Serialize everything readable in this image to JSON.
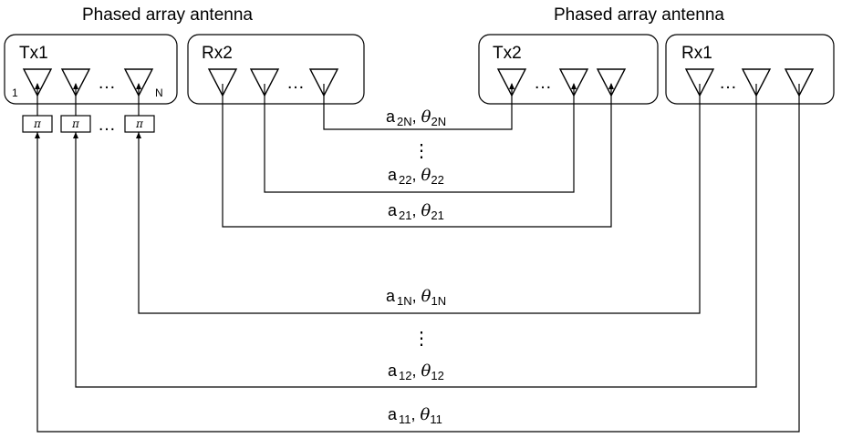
{
  "titles": {
    "left": "Phased array antenna",
    "right": "Phased array antenna"
  },
  "boxes": {
    "tx1": "Tx1",
    "rx2": "Rx2",
    "tx2": "Tx2",
    "rx1": "Rx1"
  },
  "tx1_index": {
    "first": "1",
    "last": "N"
  },
  "ellipsis": "…",
  "vertical_ellipsis": "⋮",
  "shifter_symbol": "π",
  "theta_symbol": "θ",
  "paths": {
    "p2N": {
      "a": "a",
      "sub": "2N",
      "theta_sub": "2N"
    },
    "p22": {
      "a": "a",
      "sub": "22",
      "theta_sub": "22"
    },
    "p21": {
      "a": "a",
      "sub": "21",
      "theta_sub": "21"
    },
    "p1N": {
      "a": "a",
      "sub": "1N",
      "theta_sub": "1N"
    },
    "p12": {
      "a": "a",
      "sub": "12",
      "theta_sub": "12"
    },
    "p11": {
      "a": "a",
      "sub": "11",
      "theta_sub": "11"
    }
  }
}
